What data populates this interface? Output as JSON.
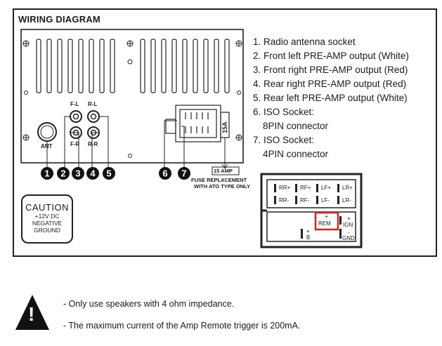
{
  "title": "WIRING DIAGRAM",
  "unit_labels": {
    "fl": "F-L",
    "rl": "R-L",
    "fr": "F-R",
    "rr": "R-R",
    "ant": "ANT",
    "fuse_rating": "15A",
    "fuse_tag": "15 AMP",
    "fuse_note_1": "FUSE REPLACEMENT",
    "fuse_note_2": "WITH ATO TYPE ONLY"
  },
  "callout_numbers": [
    "1",
    "2",
    "3",
    "4",
    "5",
    "6",
    "7"
  ],
  "legend": [
    "1. Radio antenna socket",
    "2. Front left PRE-AMP output (White)",
    "3. Front right PRE-AMP output (Red)",
    "4. Rear right PRE-AMP output (Red)",
    "5. Rear left PRE-AMP output (White)",
    "6. ISO Socket:",
    "8PIN connector",
    "7. ISO Socket:",
    "4PIN connector"
  ],
  "caution": {
    "title": "CAUTION",
    "lines": [
      "+12V DC",
      "NEGATIVE",
      "GROUND"
    ]
  },
  "iso_pins": {
    "top_row_plus": [
      "RR+",
      "RF+",
      "LF+",
      "LR+"
    ],
    "top_row_minus": [
      "RR-",
      "RF-",
      "LF-",
      "LR-"
    ],
    "rem_sign": "+",
    "rem": "REM",
    "ign_sign": "+",
    "ign": "IGN",
    "gnd_sign": "-",
    "gnd": "GND",
    "b_sign": "+",
    "b": "B"
  },
  "notes": [
    "- Only use speakers with 4 ohm impedance.",
    "- The maximum current of the Amp Remote trigger is 200mA."
  ],
  "warning_icon_glyph": "!",
  "colors": {
    "rem_highlight": "#d42020",
    "ink": "#1a1a1a"
  }
}
